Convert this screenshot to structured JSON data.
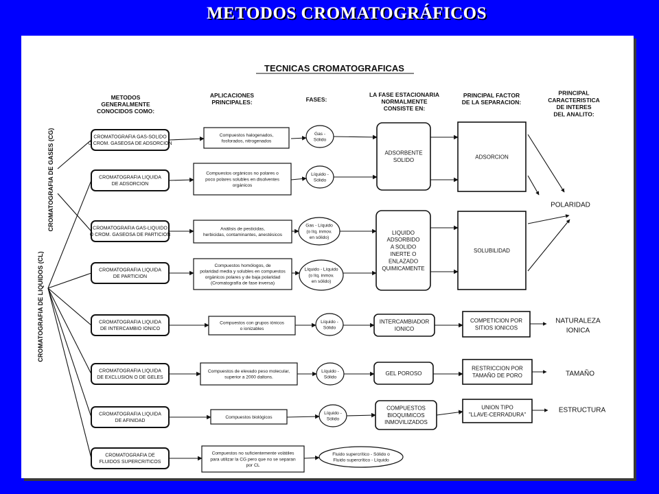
{
  "slide_title": "METODOS CROMATOGRÁFICOS",
  "diagram_title": "TECNICAS CROMATOGRAFICAS",
  "headers": {
    "metodos": [
      "METODOS",
      "GENERALMENTE",
      "CONOCIDOS COMO:"
    ],
    "aplicaciones": [
      "APLICACIONES",
      "PRINCIPALES:"
    ],
    "fases": [
      "FASES:"
    ],
    "estacionaria": [
      "LA FASE ESTACIONARIA",
      "NORMALMENTE",
      "CONSISTE EN:"
    ],
    "factor": [
      "PRINCIPAL FACTOR",
      "DE LA SEPARACION:"
    ],
    "caracteristica": [
      "PRINCIPAL",
      "CARACTERISTICA",
      "DE INTERES",
      "DEL ANALITO:"
    ]
  },
  "side_labels": {
    "gases": "CROMATOGRAFIA   DE   GASES   (CG)",
    "liquidos": "CROMATOGRAFIA   DE   LIQUIDOS   (CL)"
  },
  "methods": [
    {
      "lines": [
        "CROMATOGRAFIA GAS-SOLIDO",
        "O CROM. GASEOSA DE ADSORCION"
      ]
    },
    {
      "lines": [
        "CROMATOGRAFIA LIQUIDA",
        "DE ADSORCION"
      ]
    },
    {
      "lines": [
        "CROMATOGRAFIA GAS-LIQUIDO",
        "O CROM. GASEOSA DE PARTICION"
      ]
    },
    {
      "lines": [
        "CROMATOGRAFIA LIQUIDA",
        "DE PARTICION"
      ]
    },
    {
      "lines": [
        "CROMATOGRAFIA LIQUIDA",
        "DE INTERCAMBIO IONICO"
      ]
    },
    {
      "lines": [
        "CROMATOGRAFIA LIQUIDA",
        "DE EXCLUSION O DE GELES"
      ]
    },
    {
      "lines": [
        "CROMATOGRAFIA LIQUIDA",
        "DE AFINIDAD"
      ]
    },
    {
      "lines": [
        "CROMATOGRAFIA DE",
        "FLUIDOS SUPERCRITICOS"
      ]
    }
  ],
  "applications": [
    {
      "lines": [
        "Compuestos halogenados,",
        "fosforados, nitrogenados"
      ]
    },
    {
      "lines": [
        "Compuestos orgánicos no polares o",
        "poco polares solubles en disolventes",
        "orgánicos"
      ]
    },
    {
      "lines": [
        "Análisis de pesticidas,",
        "herbicidas, contaminantes, anestésicos"
      ]
    },
    {
      "lines": [
        "Compuestos homólogos, de",
        "polaridad media y solubles en compuestos",
        "orgánicos polares y de baja polaridad",
        "(Cromatografía de fase inversa)"
      ]
    },
    {
      "lines": [
        "Compuestos con grupos iónicos",
        "o ionizables"
      ]
    },
    {
      "lines": [
        "Compuestos de elevado peso molecular,",
        "superior a 2000 daltons."
      ]
    },
    {
      "lines": [
        "Compuestos biológicos"
      ]
    },
    {
      "lines": [
        "Compuestos no suficientemente volátiles",
        "para utilizar la CG pero que no se separan",
        "por CL"
      ]
    }
  ],
  "phases": [
    {
      "lines": [
        "Gas -",
        "Sólido"
      ]
    },
    {
      "lines": [
        "Líquido -",
        "Sólido"
      ]
    },
    {
      "lines": [
        "Gas - Líquido",
        "(o líq. inmov.",
        "en sólido)"
      ]
    },
    {
      "lines": [
        "Líquido - Líquido",
        "(o líq. inmov.",
        "en sólido)"
      ]
    },
    {
      "lines": [
        "Líquido -",
        "Sólido"
      ]
    },
    {
      "lines": [
        "Líquido -",
        "Sólido"
      ]
    },
    {
      "lines": [
        "Líquido -",
        "Sólido"
      ]
    },
    {
      "lines": [
        "Fluido supercrítico - Sólido    o",
        "Fluido supercrítico - Líquido"
      ]
    }
  ],
  "stationary": [
    {
      "lines": [
        "ADSORBENTE",
        "SOLIDO"
      ]
    },
    {
      "lines": [
        "LIQUIDO",
        "ADSORBIDO",
        "A SOLIDO",
        "INERTE O",
        "ENLAZADO",
        "QUIMICAMENTE"
      ]
    },
    {
      "lines": [
        "INTERCAMBIADOR",
        "IONICO"
      ]
    },
    {
      "lines": [
        "GEL POROSO"
      ]
    },
    {
      "lines": [
        "COMPUESTOS",
        "BIOQUIMICOS",
        "INMOVILIZADOS"
      ]
    }
  ],
  "factors": [
    {
      "lines": [
        "ADSORCION"
      ]
    },
    {
      "lines": [
        "SOLUBILIDAD"
      ]
    },
    {
      "lines": [
        "COMPETICION POR",
        "SITIOS IONICOS"
      ]
    },
    {
      "lines": [
        "RESTRICCION POR",
        "TAMAÑO DE PORO"
      ]
    },
    {
      "lines": [
        "UNION  TIPO",
        "\"LLAVE-CERRADURA\""
      ]
    }
  ],
  "properties": [
    {
      "lines": [
        "POLARIDAD"
      ]
    },
    {
      "lines": [
        "NATURALEZA",
        "IONICA"
      ]
    },
    {
      "lines": [
        "TAMAÑO"
      ]
    },
    {
      "lines": [
        "ESTRUCTURA"
      ]
    }
  ]
}
